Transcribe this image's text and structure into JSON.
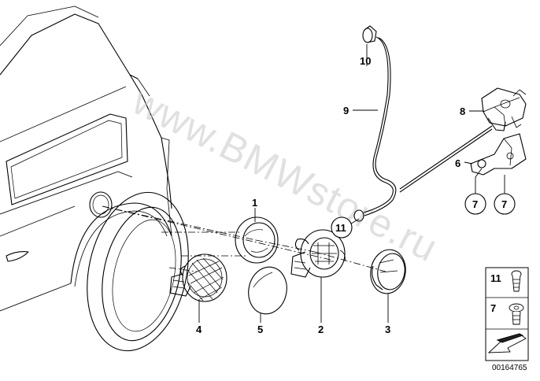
{
  "watermark": "www.BMWstore.ru",
  "callouts": {
    "p1": "1",
    "p2": "2",
    "p3": "3",
    "p4": "4",
    "p5": "5",
    "p6": "6",
    "p7a": "7",
    "p7b": "7",
    "p8": "8",
    "p9": "9",
    "p10": "10",
    "p11": "11"
  },
  "legend": {
    "item11": "11",
    "item7": "7"
  },
  "document_number": "00164765",
  "colors": {
    "line": "#000000",
    "watermark": "#c8c8c8",
    "background": "#ffffff"
  }
}
